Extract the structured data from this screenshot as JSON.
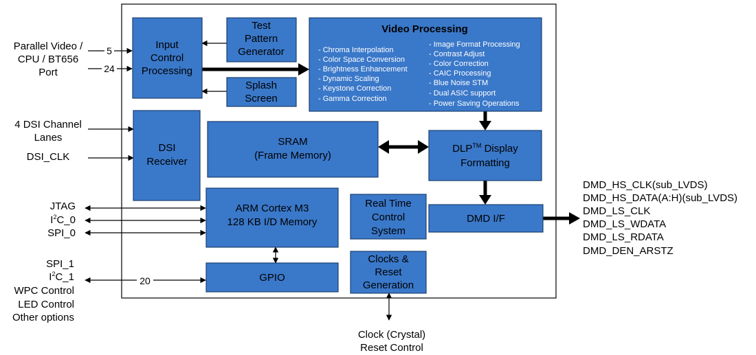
{
  "blocks": {
    "input_control": [
      "Input",
      "Control",
      "Processing"
    ],
    "test_pattern": [
      "Test",
      "Pattern",
      "Generator"
    ],
    "splash": [
      "Splash",
      "Screen"
    ],
    "video": {
      "title": "Video Processing",
      "left": [
        "- Chroma Interpolation",
        "- Color Space Conversion",
        "- Brightness Enhancement",
        "- Dynamic Scaling",
        "- Keystone Correction",
        "- Gamma Correction"
      ],
      "right": [
        "- Image Format Processing",
        "- Contrast Adjust",
        "- Color Correction",
        "- CAIC Processing",
        "- Blue Noise STM",
        "- Dual ASIC support",
        "- Power Saving Operations"
      ]
    },
    "dsi_receiver": [
      "DSI",
      "Receiver"
    ],
    "sram": [
      "SRAM",
      "(Frame Memory)"
    ],
    "dlp": {
      "prefix": "DLP",
      "sup": "TM",
      "suffix": " Display",
      "line2": "Formatting"
    },
    "arm": [
      "ARM Cortex M3",
      "128 KB I/D Memory"
    ],
    "rtc": [
      "Real Time",
      "Control",
      "System"
    ],
    "dmd_if": "DMD I/F",
    "gpio": "GPIO",
    "clocks": [
      "Clocks &",
      "Reset",
      "Generation"
    ]
  },
  "inputs": {
    "parallel": [
      "Parallel Video /",
      "CPU / BT656",
      "Port"
    ],
    "bus_a": "5",
    "bus_b": "24",
    "dsi_lanes": [
      "4 DSI Channel",
      "Lanes"
    ],
    "dsi_clk": "DSI_CLK",
    "jtag": "JTAG",
    "i2c0": {
      "a": "I",
      "sup": "2",
      "b": "C_0"
    },
    "spi0": "SPI_0",
    "spi1": "SPI_1",
    "i2c1": {
      "a": "I",
      "sup": "2",
      "b": "C_1"
    },
    "wpc": "WPC Control",
    "led": "LED Control",
    "other": "Other options",
    "bus_20": "20"
  },
  "outputs": [
    "DMD_HS_CLK(sub_LVDS)",
    "DMD_HS_DATA(A:H)(sub_LVDS)",
    "DMD_LS_CLK",
    "DMD_LS_WDATA",
    "DMD_LS_RDATA",
    "DMD_DEN_ARSTZ"
  ],
  "bottom": [
    "Clock (Crystal)",
    "Reset Control"
  ]
}
